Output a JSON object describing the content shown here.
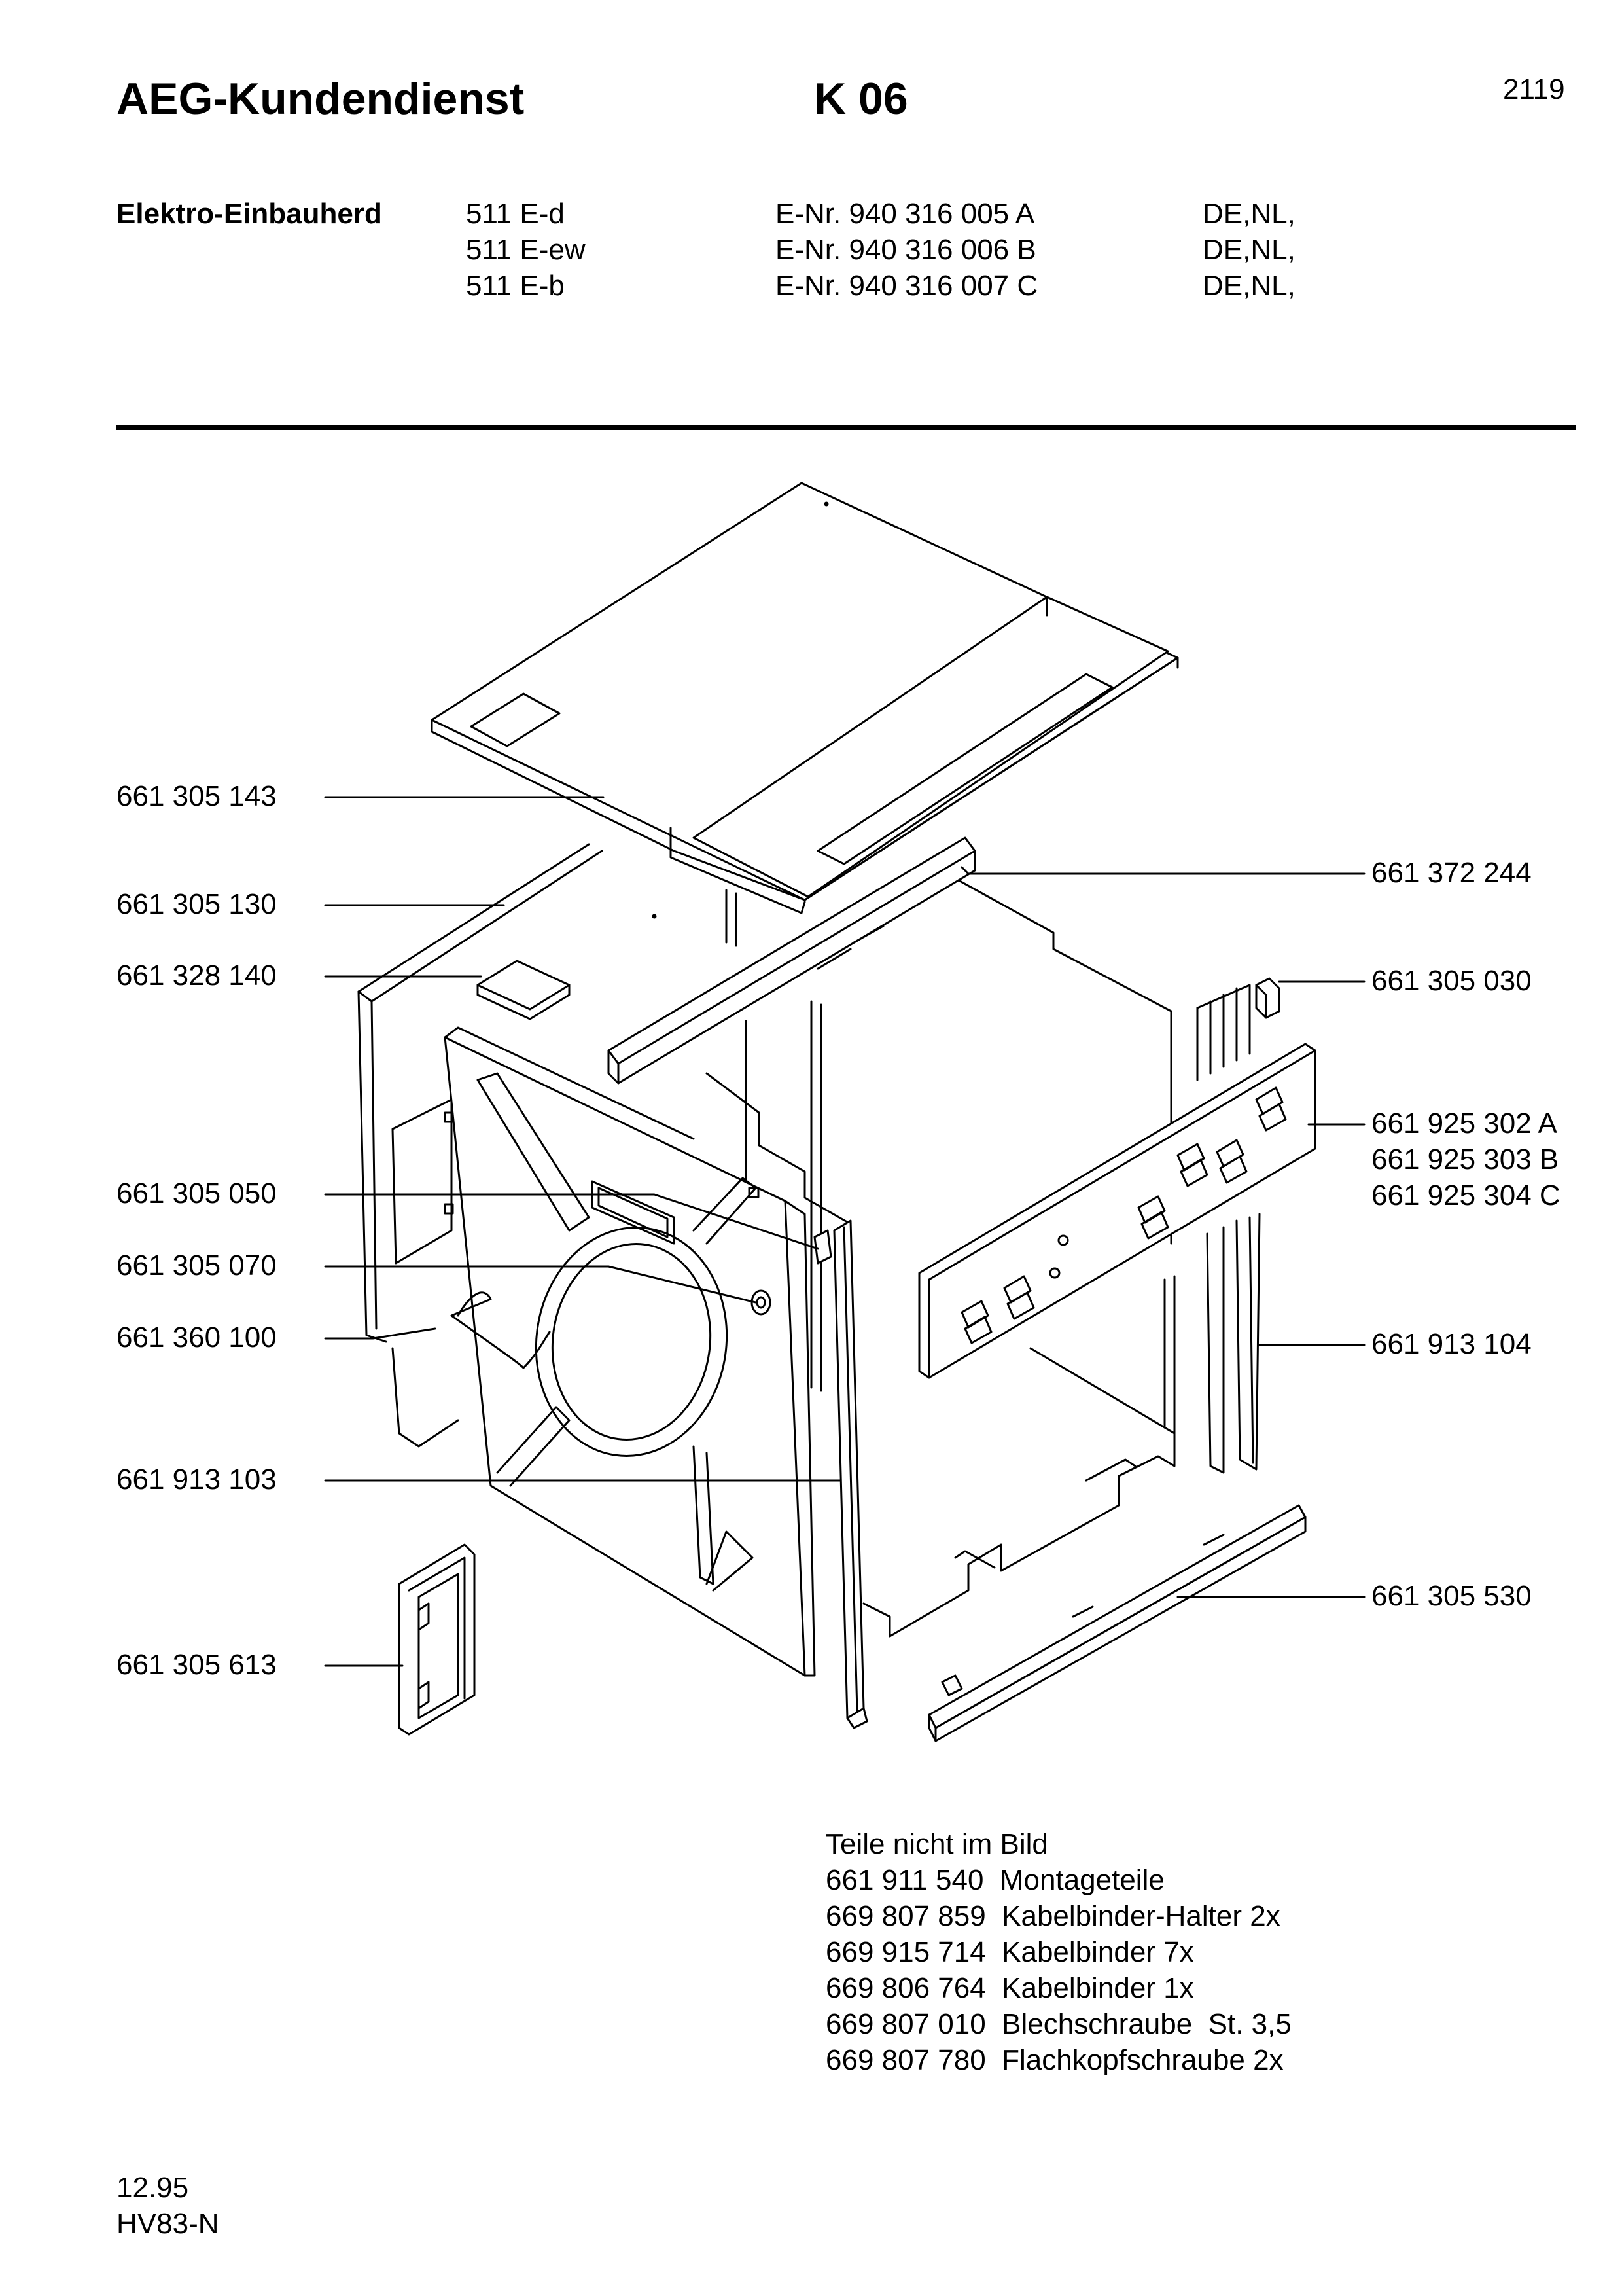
{
  "header": {
    "brand": "AEG-Kundendienst",
    "code": "K 06",
    "page_number": "2119"
  },
  "product": {
    "category": "Elektro-Einbauherd",
    "models": [
      {
        "model": "511 E-d",
        "enr": "E-Nr. 940 316 005 A",
        "countries": "DE,NL,"
      },
      {
        "model": "511 E-ew",
        "enr": "E-Nr. 940 316 006 B",
        "countries": "DE,NL,"
      },
      {
        "model": "511 E-b",
        "enr": "E-Nr. 940 316 007 C",
        "countries": "DE,NL,"
      }
    ]
  },
  "parts_left": [
    "661 305 143",
    "661 305 130",
    "661 328 140",
    "661 305 050",
    "661 305 070",
    "661 360 100",
    "661 913 103",
    "661 305 613"
  ],
  "parts_right": [
    "661 372 244",
    "661 305 030",
    "661 925 302 A",
    "661 925 303 B",
    "661 925 304 C",
    "661 913 104",
    "661 305 530"
  ],
  "notes": {
    "title": "Teile nicht im Bild",
    "items": [
      "661 911 540  Montageteile",
      "669 807 859  Kabelbinder-Halter 2x",
      "669 915 714  Kabelbinder 7x",
      "669 806 764  Kabelbinder 1x",
      "669 807 010  Blechschraube  St. 3,5",
      "669 807 780  Flachkopfschraube 2x"
    ]
  },
  "footer": {
    "date": "12.95",
    "code": "HV83-N"
  }
}
